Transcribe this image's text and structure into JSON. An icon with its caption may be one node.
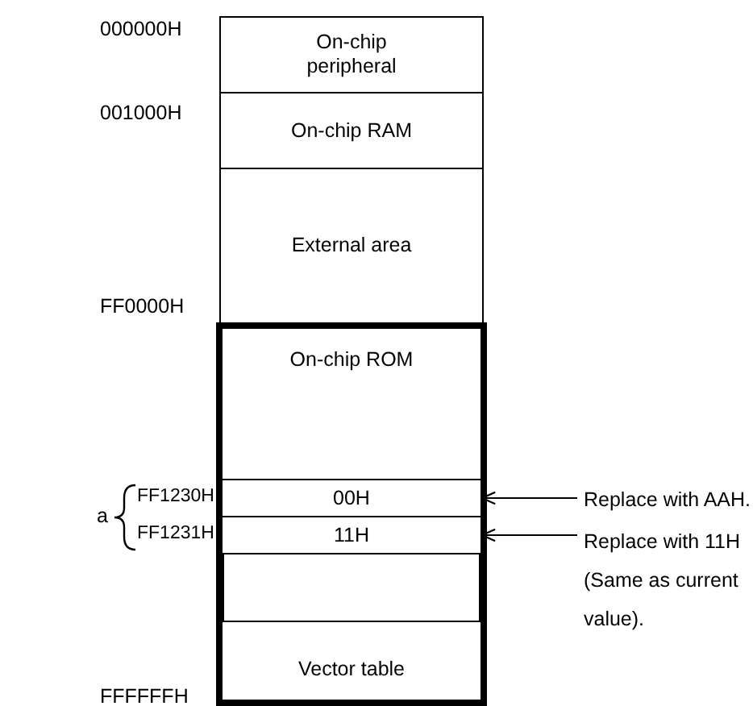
{
  "diagram": {
    "nodes": [
      {
        "text": [
          "On-chip peripheral"
        ]
      },
      {
        "text": [
          "On-chip RAM"
        ]
      },
      {
        "text": [
          "External area"
        ]
      },
      {
        "text": [],
        "shape": "box"
      },
      {
        "text": [
          "On-chip ROM"
        ],
        "in": 3
      },
      {
        "text": [
          "00H"
        ],
        "in": 3
      },
      {
        "text": [
          "11H"
        ],
        "in": 3
      },
      {
        "text": [],
        "shape": "box",
        "in": 3
      },
      {
        "text": [
          "Vector table"
        ],
        "in": 3
      },
      {
        "text": [
          "Replace with AAH."
        ]
      },
      {
        "text": [
          "Replace with 11H (Same as current value)."
        ]
      }
    ],
    "edges": [
      {
        "from": 9,
        "to": 5,
        "arrow": "to"
      },
      {
        "from": 10,
        "to": 6,
        "arrow": "to"
      }
    ],
    "labels": [
      "000000H",
      "001000H",
      "FF0000H",
      "a",
      "FF1230H",
      "FF1231H",
      "FFFFFFH"
    ]
  }
}
